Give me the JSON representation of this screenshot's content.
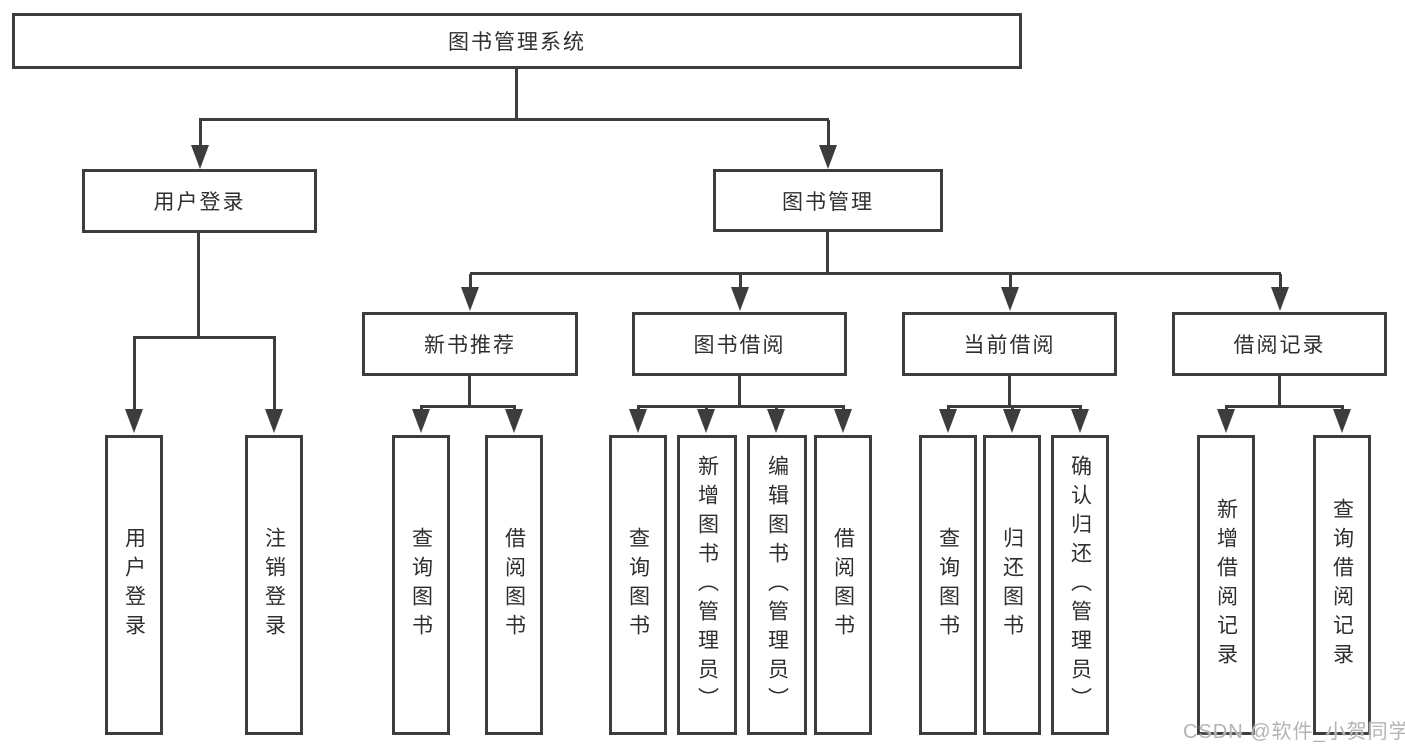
{
  "colors": {
    "line": "#3d3d3d",
    "text": "#2f2f2f",
    "watermark": "#b4b4b4"
  },
  "diagram": {
    "root": {
      "label": "图书管理系统"
    },
    "level2": [
      {
        "label": "用户登录"
      },
      {
        "label": "图书管理"
      }
    ],
    "level3": [
      {
        "label": "新书推荐",
        "parent": "图书管理"
      },
      {
        "label": "图书借阅",
        "parent": "图书管理"
      },
      {
        "label": "当前借阅",
        "parent": "图书管理"
      },
      {
        "label": "借阅记录",
        "parent": "图书管理"
      }
    ],
    "leaves": [
      {
        "label": "用户登录",
        "parent": "用户登录"
      },
      {
        "label": "注销登录",
        "parent": "用户登录"
      },
      {
        "label": "查询图书",
        "parent": "新书推荐"
      },
      {
        "label": "借阅图书",
        "parent": "新书推荐"
      },
      {
        "label": "查询图书",
        "parent": "图书借阅"
      },
      {
        "label": "新增图书（管理员）",
        "parent": "图书借阅"
      },
      {
        "label": "编辑图书（管理员）",
        "parent": "图书借阅"
      },
      {
        "label": "借阅图书",
        "parent": "图书借阅"
      },
      {
        "label": "查询图书",
        "parent": "当前借阅"
      },
      {
        "label": "归还图书",
        "parent": "当前借阅"
      },
      {
        "label": "确认归还（管理员）",
        "parent": "当前借阅"
      },
      {
        "label": "新增借阅记录",
        "parent": "借阅记录"
      },
      {
        "label": "查询借阅记录",
        "parent": "借阅记录"
      }
    ],
    "watermark": "CSDN @软件_小贺同学"
  }
}
